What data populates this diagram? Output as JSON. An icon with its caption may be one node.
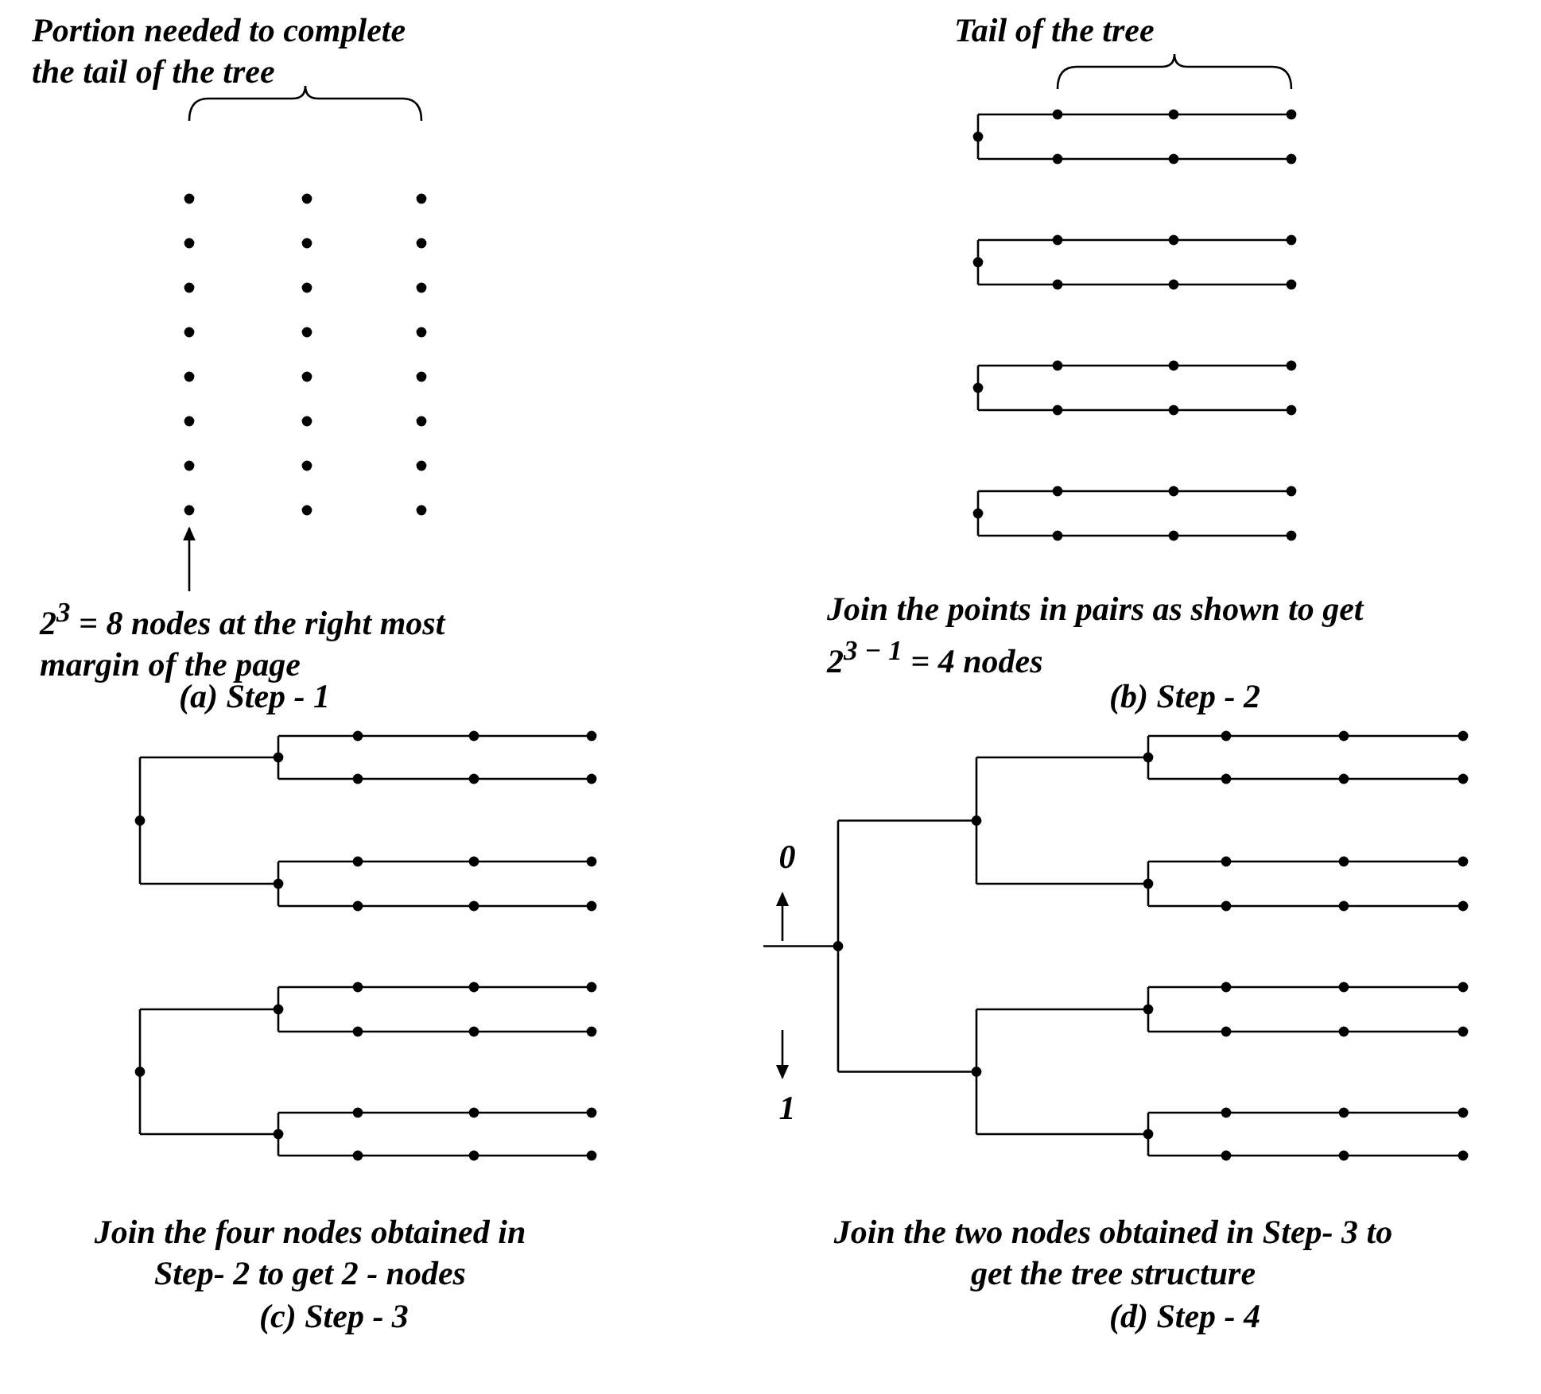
{
  "diagram": {
    "nodes": [
      {
        "text": [
          "2$^{3}$ = 8 nodes at the right most margin of the page"
        ]
      },
      {
        "text": [],
        "shape": "circle"
      }
    ],
    "edges": [
      {
        "from": 0,
        "to": 1,
        "arrow": "to"
      }
    ],
    "labels": [
      "Portion needed to complete the tail of the tree",
      "Tail of the tree",
      "Join the points in pairs as shown to get 2$^{3 − 1}$ = 4 nodes",
      "(a) Step - 1",
      "(b) Step - 2",
      "0",
      "1",
      "Join the four nodes obtained in Step- 2 to get 2 - nodes",
      "(c) Step - 3",
      "Join the two nodes obtained in Step- 3 to get the tree structure",
      "(d) Step - 4"
    ]
  }
}
